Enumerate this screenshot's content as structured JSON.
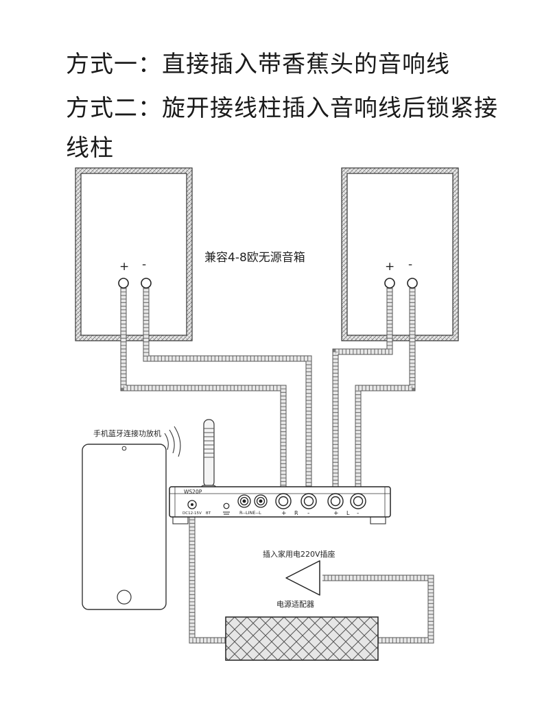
{
  "headings": {
    "line1": "方式一：直接插入带香蕉头的音响线",
    "line2": "方式二：旋开接线柱插入音响线后锁紧接",
    "line3": "线柱"
  },
  "speakers": {
    "label": "兼容4-8欧无源音箱",
    "left_plus": "+",
    "left_minus": "-",
    "right_plus": "+",
    "right_minus": "-"
  },
  "phone": {
    "label": "手机蓝牙连接功放机"
  },
  "amplifier": {
    "model": "WS20P",
    "dc_label": "DC12-15V",
    "bt_label": "BT",
    "line_label": "R--LINE--L",
    "r_plus": "+",
    "r_label": "R",
    "r_minus": "-",
    "l_plus": "+",
    "l_label": "L",
    "l_minus": "-"
  },
  "power": {
    "plug_label": "插入家用电220V插座",
    "adapter_label": "电源适配器"
  }
}
